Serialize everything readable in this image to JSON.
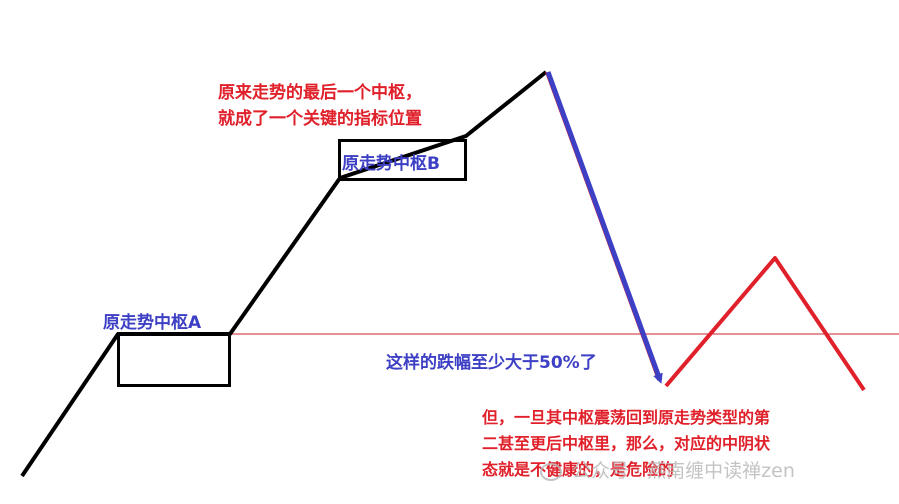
{
  "labels": {
    "pivot_a": "原走势中枢A",
    "pivot_b": "原走势中枢B"
  },
  "annotations": {
    "top_note_line1": "原来走势的最后一个中枢，",
    "top_note_line2": "就成了一个关键的指标位置",
    "drop_note": "这样的跌幅至少大于50%了",
    "bottom_note_line1": "但，一旦其中枢震荡回到原走势类型的第",
    "bottom_note_line2": "二甚至更后中枢里，那么，对应的中阴状",
    "bottom_note_line3": "态就是不健康的，是危险的"
  },
  "watermark": {
    "icon": "wechat-icon",
    "text": "公众号 · 燕南缠中读禅zen"
  },
  "colors": {
    "trend_line": "#000000",
    "drop_line": "#3d3fc4",
    "rebound_line": "#e0202a",
    "reference_line": "#c8252c",
    "red_text": "#e0202a",
    "blue_text": "#3d3fc4"
  }
}
